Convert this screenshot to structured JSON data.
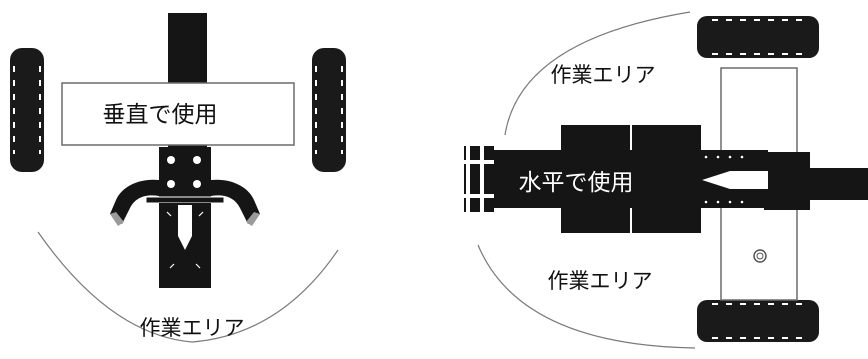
{
  "vertical": {
    "label": "垂直で使用",
    "work_area_label": "作業エリア"
  },
  "horizontal": {
    "label": "水平で使用",
    "work_area_top_label": "作業エリア",
    "work_area_bottom_label": "作業エリア"
  },
  "colors": {
    "machine": "#151515",
    "tire": "#1a1a1a",
    "outline": "#6b6b6b",
    "background": "#ffffff"
  }
}
